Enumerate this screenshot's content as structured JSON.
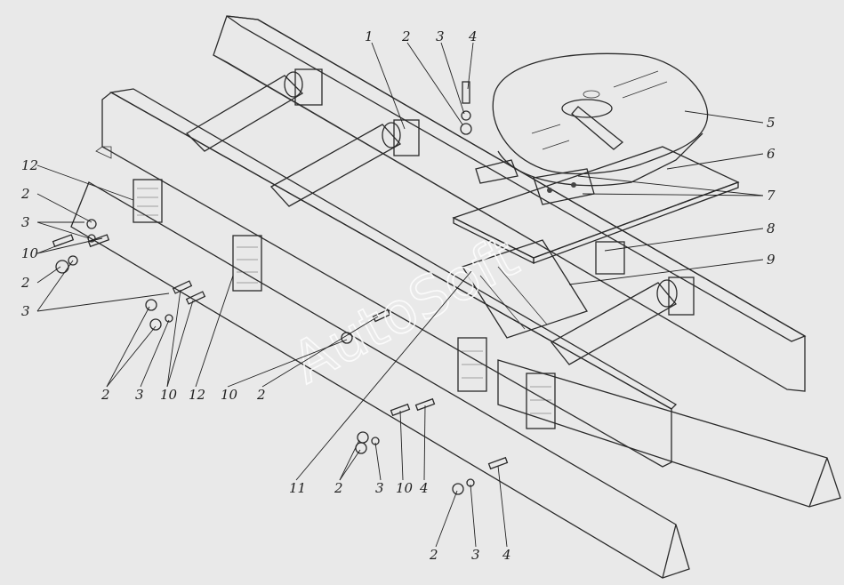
{
  "watermark": "AutoSoft",
  "labels": {
    "l1": "1",
    "l2_top": "2",
    "l3_top": "3",
    "l4_top": "4",
    "l5": "5",
    "l6": "6",
    "l7": "7",
    "l8": "8",
    "l9": "9",
    "l12_left": "12",
    "l2_left_a": "2",
    "l3_left_a": "3",
    "l10_left": "10",
    "l2_left_b": "2",
    "l3_left_b": "3",
    "l2_bottom_a": "2",
    "l3_bottom_a": "3",
    "l10_bottom_a": "10",
    "l12_bottom": "12",
    "l10_bottom_b": "10",
    "l2_bottom_b": "2",
    "l11": "11",
    "l2_bottom_c": "2",
    "l3_bottom_c": "3",
    "l10_bottom_c": "10",
    "l4_bottom_c": "4",
    "l2_bottom_d": "2",
    "l3_bottom_d": "3",
    "l4_bottom_d": "4"
  }
}
